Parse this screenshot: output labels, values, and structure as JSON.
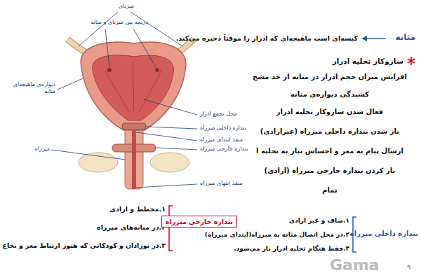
{
  "diagram": {
    "nodes": [
      {
        "text": [
          "بنداره خارجی میزراه"
        ]
      }
    ],
    "labels": [
      "میزنای",
      "دریچه بین میزنای و مثانه",
      "دیواره‌ی ماهیچه‌ای مثانه",
      "محل تجمع ادرار",
      "بنداره داخلی میزراه",
      "منفذ ابتدای میزراه",
      "میزراه",
      "بنداره خارجی میزراه",
      "منفذ انتهای میزراه",
      "مثانه",
      "کیسه‌ای است ماهیچه‌ای که ادرار را موقتاً ذخیره می‌کند.",
      "سازوکار تخلیه ادرار",
      "افزایش میزان حجم ادرار در مثانه از حد مشخ",
      "کشیدگی دیواره‌ی مثانه",
      "فعال شدن سازوکار تخلیه ادرار",
      "باز شدن بنداره داخلی میزراه (غیرارادی)",
      "ارسال پیام به مغز و احساس نیاز به تخلیه ا",
      "باز کردن بنداره خارجی میزراه (ارادی)",
      "تمام",
      "بنداره داخلی میزراه",
      "۱.صاف و غیر ارادی",
      "۲.در محل اتصال مثانه به میزراه(ابتدای میزراه)",
      "۳.فقط هنگام تخلیه ادرار باز می‌شود.",
      "۱.مخطط و ارادی",
      "۲.در میانه‌های میزراه",
      "۳.در نوزادان و کودکانی که هنوز ارتباط مغز و نخاع",
      "۹",
      "Gama"
    ]
  }
}
